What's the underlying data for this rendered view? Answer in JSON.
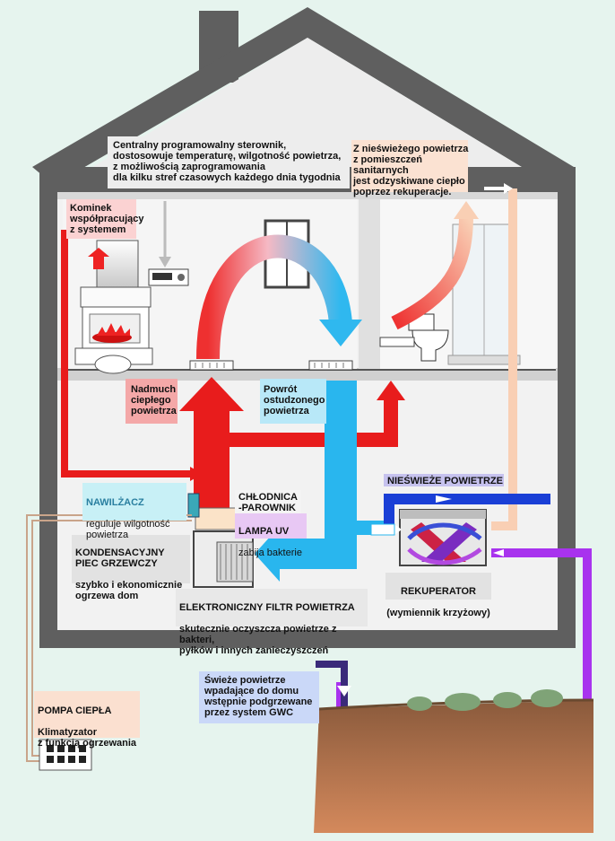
{
  "labels": {
    "controller": "Centralny programowalny sterownik,\ndostosowuje temperaturę, wilgotność powietrza,\nz możliwością zaprogramowania\ndla kilku stref czasowych każdego dnia tygodnia",
    "recovery": "Z nieświeżego powietrza\nz pomieszczeń sanitarnych\njest odzyskiwane ciepło\npoprzez rekuperacje.",
    "fireplace": "Kominek\nwspółpracujący\nz systemem",
    "warm_air": "Nadmuch\nciepłego\npowietrza",
    "return_air": "Powrót\nostudzonego\npowietrza",
    "stale_air": "NIEŚWIEŻE POWIETRZE",
    "humidifier_title": "NAWILŻACZ",
    "humidifier_desc": "reguluje wilgotność\npowietrza",
    "cooler": "CHŁODNICA\n-PAROWNIK",
    "uv_title": "LAMPA UV",
    "uv_desc": "zabija bakterie",
    "furnace_title": "KONDENSACYJNY\nPIEC GRZEWCZY",
    "furnace_desc": "szybko i ekonomicznie\nogrzewa dom",
    "recuperator_title": "REKUPERATOR",
    "recuperator_desc": "(wymiennik krzyżowy)",
    "filter_title": "ELEKTRONICZNY FILTR POWIETRZA",
    "filter_desc": "skutecznie oczyszcza powietrze z bakteri,\npyłków i innych zanieczyszczeń",
    "fresh_air": "Świeże powietrze\nwpadające do domu\nwstępnie podgrzewane\nprzez system GWC",
    "heat_pump_title": "POMPA CIEPŁA",
    "heat_pump_desc": "Klimatyzator\nz funkcją ogrzewania"
  },
  "colors": {
    "wall": "#5f5f5f",
    "interior": "#f2f2f2",
    "warm": "#ee1c1c",
    "cool": "#29b6ee",
    "stale": "#1a3fd6",
    "fresh": "#a833ee",
    "exhaust_light": "#f9cfb4",
    "ground": "#c07a55",
    "background": "#e6f4ee"
  }
}
